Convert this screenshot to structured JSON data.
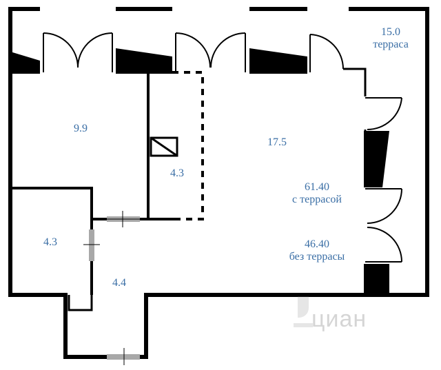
{
  "rooms": {
    "terrace": {
      "area": "15.0",
      "name": "терраса"
    },
    "room_left": {
      "area": "9.9"
    },
    "room_main": {
      "area": "17.5"
    },
    "room_mid": {
      "area": "4.3"
    },
    "room_small": {
      "area": "4.3"
    },
    "hall": {
      "area": "4.4"
    }
  },
  "totals": {
    "with_terrace": {
      "value": "61.40",
      "label": "с террасой"
    },
    "without_terrace": {
      "value": "46.40",
      "label": "без террасы"
    }
  },
  "watermark": {
    "text": "циан"
  },
  "colors": {
    "wall": "#000000",
    "label": "#3a6ea5",
    "window": "#a8a8a8"
  }
}
